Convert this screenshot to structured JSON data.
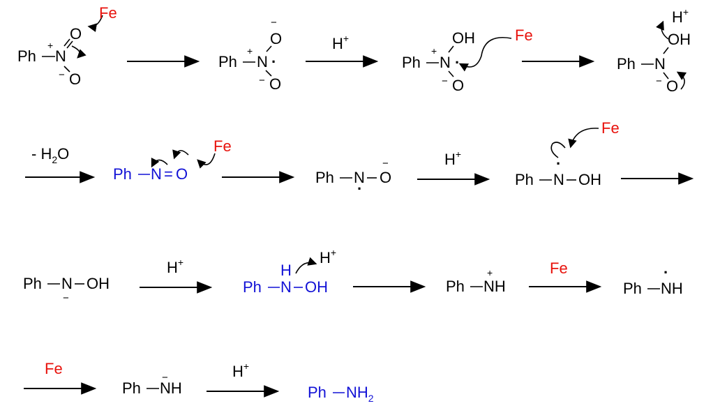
{
  "colors": {
    "black": "#000000",
    "red": "#e8120c",
    "blue": "#1212d6"
  },
  "labels": {
    "ph": "Ph",
    "n": "N",
    "o": "O",
    "oh": "OH",
    "h": "H",
    "nh": "NH",
    "nh2_main": "NH",
    "nh2_sub": "2",
    "fe": "Fe",
    "plus": "+",
    "minus": "−",
    "dot": "·",
    "dash": "–",
    "eq": "=",
    "h2o_prefix": "- H",
    "h2o_sub": "2",
    "h2o_suffix": "O",
    "hplus_main": "H",
    "hplus_sup": "+"
  }
}
